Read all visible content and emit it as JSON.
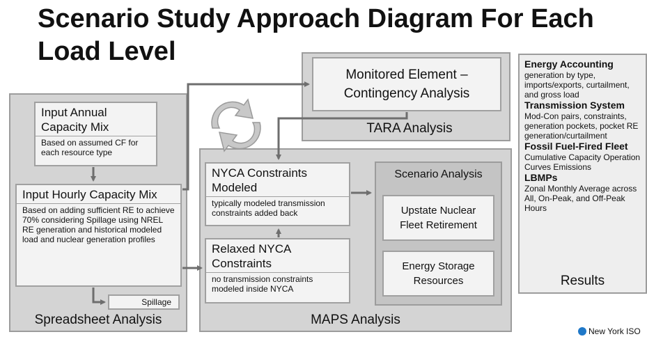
{
  "title": "Scenario Study Approach Diagram For Each Load Level",
  "spreadsheet": {
    "label": "Spreadsheet Analysis",
    "annual_title": "Input Annual Capacity Mix",
    "annual_desc": "Based on assumed CF for each resource type",
    "hourly_title": "Input Hourly Capacity Mix",
    "hourly_desc": "Based on adding sufficient RE to achieve 70% considering Spillage using NREL RE generation and historical modeled load and nuclear generation profiles",
    "spillage": "Spillage"
  },
  "tara": {
    "label": "TARA Analysis",
    "box": "Monitored Element – Contingency Analysis"
  },
  "maps": {
    "label": "MAPS Analysis",
    "nyca_title": "NYCA Constraints Modeled",
    "nyca_desc": "typically modeled transmission constraints added back",
    "relaxed_title": "Relaxed NYCA Constraints",
    "relaxed_desc": "no transmission constraints modeled inside NYCA",
    "scenario_label": "Scenario Analysis",
    "scenario_1": "Upstate Nuclear Fleet Retirement",
    "scenario_2": "Energy Storage Resources"
  },
  "results": {
    "label": "Results",
    "items": [
      {
        "head": "Energy Accounting",
        "text": "generation by type, imports/exports, curtailment, and gross load"
      },
      {
        "head": "Transmission System",
        "text": "Mod-Con pairs, constraints, generation pockets, pocket RE generation/curtailment"
      },
      {
        "head": "Fossil Fuel-Fired Fleet",
        "text": "Cumulative Capacity Operation Curves Emissions"
      },
      {
        "head": "LBMPs",
        "text": "Zonal Monthly Average across All, On-Peak, and Off-Peak Hours"
      }
    ]
  },
  "logo": {
    "text": "New York ISO"
  },
  "colors": {
    "panel": "#d4d4d4",
    "box": "#f3f3f3",
    "arrow": "#6e6e6e",
    "border": "#9c9c9c"
  }
}
